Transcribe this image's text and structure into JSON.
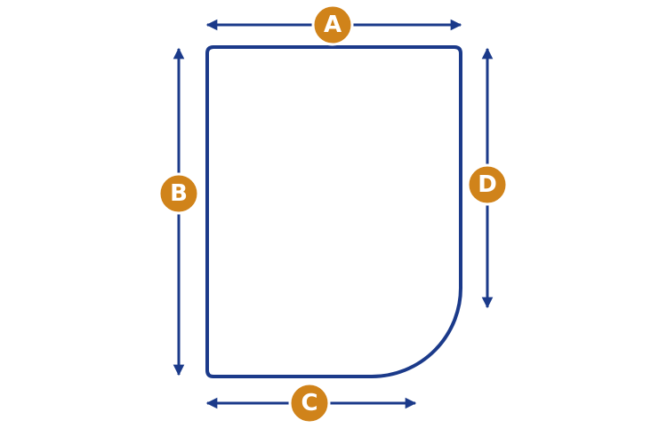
{
  "colors": {
    "outline": "#1b3a8a",
    "arrow": "#1b3a8a",
    "badge_fill": "#d0831a",
    "badge_ring": "#ffffff",
    "badge_text": "#ffffff",
    "background": "#ffffff"
  },
  "labels": {
    "a": "A",
    "b": "B",
    "c": "C",
    "d": "D"
  }
}
